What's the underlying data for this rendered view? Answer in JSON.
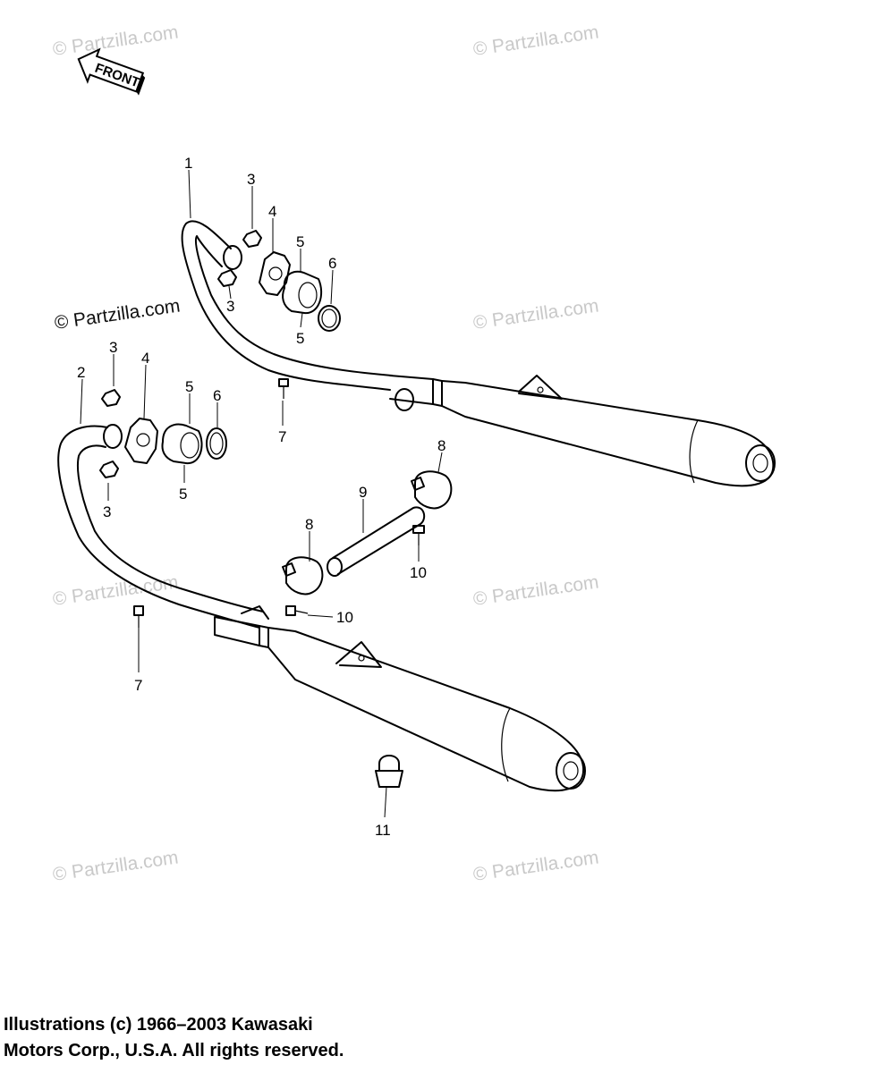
{
  "front_label": "FRONT",
  "watermarks": [
    "© Partzilla.com",
    "© Partzilla.com",
    "© Partzilla.com",
    "© Partzilla.com",
    "© Partzilla.com",
    "© Partzilla.com",
    "© Partzilla.com",
    "© Partzilla.com"
  ],
  "callouts": [
    "1",
    "3",
    "4",
    "5",
    "6",
    "3",
    "5",
    "2",
    "3",
    "4",
    "5",
    "6",
    "7",
    "3",
    "5",
    "8",
    "9",
    "8",
    "10",
    "10",
    "7",
    "11"
  ],
  "copyright": {
    "line1": "Illustrations (c) 1966–2003 Kawasaki",
    "line2": "Motors Corp., U.S.A.  All rights reserved."
  }
}
